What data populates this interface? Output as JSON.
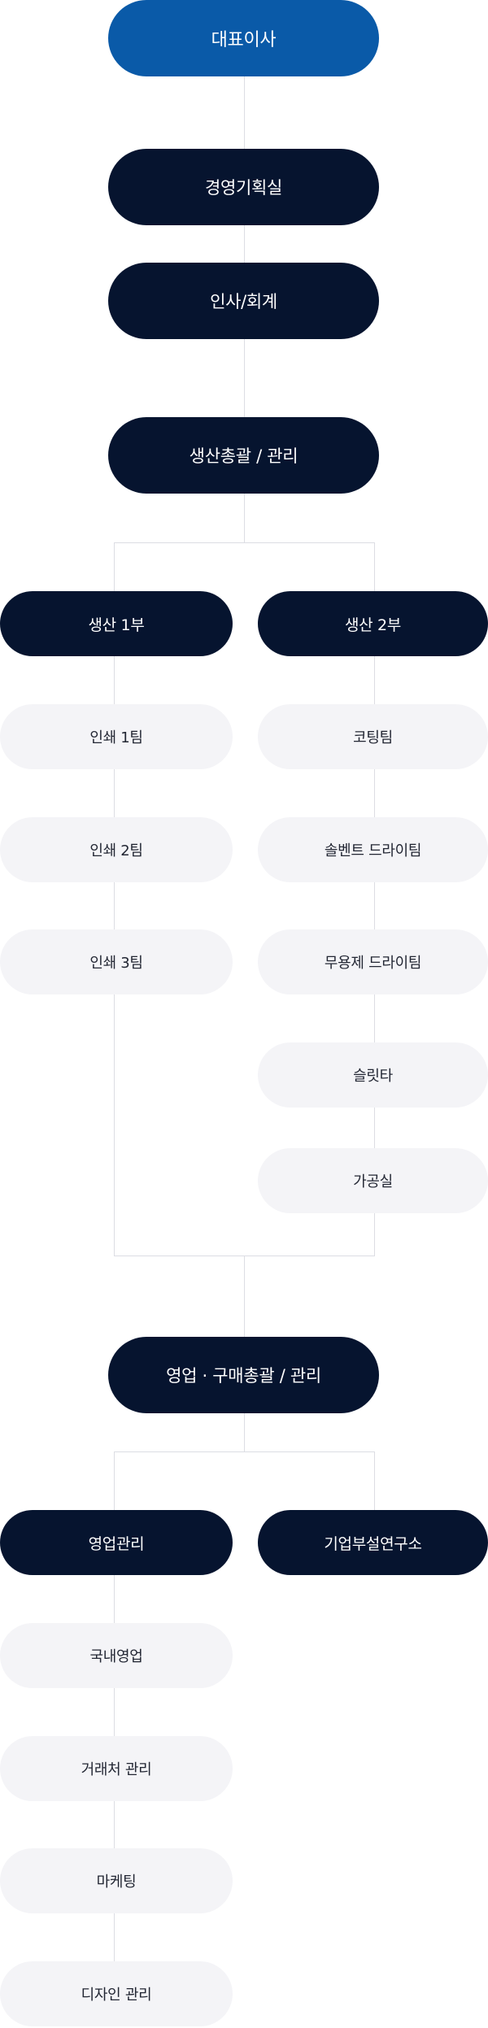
{
  "org": {
    "ceo": "대표이사",
    "planning": "경영기획실",
    "hr_accounting": "인사/회계",
    "production_general": "생산총괄 / 관리",
    "production_1": {
      "title": "생산 1부",
      "teams": [
        "인쇄 1팀",
        "인쇄 2팀",
        "인쇄 3팀"
      ]
    },
    "production_2": {
      "title": "생산 2부",
      "teams": [
        "코팅팀",
        "솔벤트 드라이팀",
        "무용제 드라이팀",
        "슬릿타",
        "가공실"
      ]
    },
    "sales_general": "영업 · 구매총괄 / 관리",
    "sales_management": {
      "title": "영업관리",
      "teams": [
        "국내영업",
        "거래처 관리",
        "마케팅",
        "디자인 관리"
      ]
    },
    "research": "기업부설연구소"
  },
  "colors": {
    "ceo": "#0a5aa8",
    "dark_node": "#06142f",
    "light_node": "#f4f4f7",
    "connector": "#dcdde3"
  }
}
